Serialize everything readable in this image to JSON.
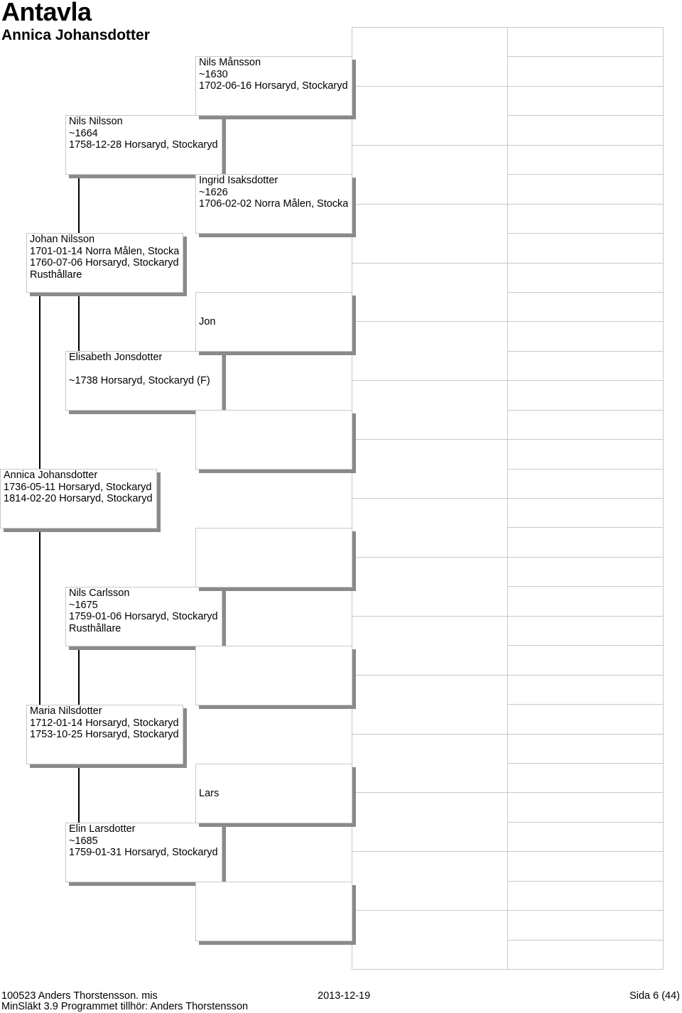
{
  "header": {
    "title": "Antavla",
    "subtitle": "Annica Johansdotter"
  },
  "persons": {
    "p1": [
      "Annica Johansdotter",
      "1736-05-11 Horsaryd, Stockaryd",
      "1814-02-20 Horsaryd, Stockaryd"
    ],
    "p2": [
      "Johan Nilsson",
      "1701-01-14 Norra Målen, Stocka",
      "1760-07-06 Horsaryd, Stockaryd",
      "Rusthållare"
    ],
    "p3": [
      "Maria Nilsdotter",
      "1712-01-14 Horsaryd, Stockaryd",
      "1753-10-25 Horsaryd, Stockaryd"
    ],
    "p4": [
      "Nils Nilsson",
      "~1664",
      "1758-12-28 Horsaryd, Stockaryd"
    ],
    "p5": [
      "Elisabeth Jonsdotter",
      "",
      "~1738 Horsaryd, Stockaryd (F)"
    ],
    "p6": [
      "Nils Carlsson",
      "~1675",
      "1759-01-06 Horsaryd, Stockaryd",
      "Rusthållare"
    ],
    "p7": [
      "Elin Larsdotter",
      "~1685",
      "1759-01-31 Horsaryd, Stockaryd"
    ],
    "p8": [
      "Nils Månsson",
      "~1630",
      "1702-06-16 Horsaryd, Stockaryd"
    ],
    "p9": [
      "Ingrid Isaksdotter",
      "~1626",
      "1706-02-02 Norra Målen, Stocka"
    ],
    "p10": [
      "",
      "",
      "Jon"
    ],
    "p11": [],
    "p12": [],
    "p13": [],
    "p14": [
      "",
      "",
      "Lars"
    ],
    "p15": []
  },
  "footer": {
    "file": "100523 Anders Thorstensson. mis",
    "program": "MinSläkt 3.9 Programmet tillhör: Anders Thorstensson",
    "date": "2013-12-19",
    "page": "Sida 6 (44)"
  }
}
